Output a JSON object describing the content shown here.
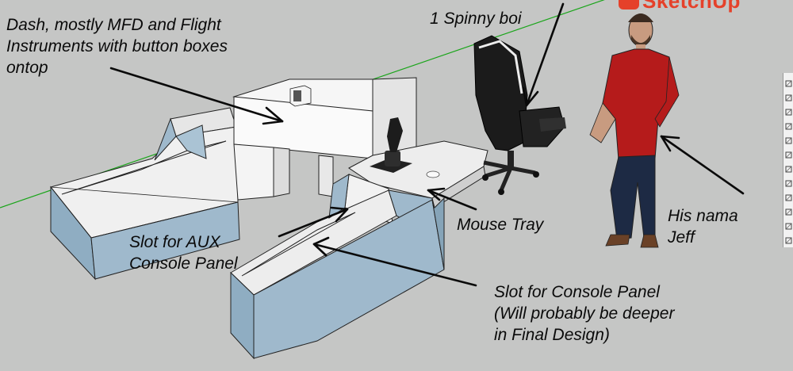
{
  "app": {
    "logo_text": "SketchUp",
    "brand_color": "#e5412a"
  },
  "annotations": {
    "dash": {
      "lines": [
        "Dash, mostly MFD and Flight",
        "Instruments with button boxes",
        "ontop"
      ]
    },
    "chair": {
      "lines": [
        "1 Spinny boi"
      ]
    },
    "mouse_tray": {
      "lines": [
        "Mouse Tray"
      ]
    },
    "person": {
      "lines": [
        "His nama",
        "Jeff"
      ]
    },
    "aux_slot": {
      "lines": [
        "Slot for AUX",
        "Console Panel"
      ]
    },
    "console_slot": {
      "lines": [
        "Slot for Console Panel",
        "(Will probably be deeper",
        "in Final Design)"
      ]
    }
  },
  "scene": {
    "panel_color": "#9fb9cc",
    "surface_color": "#f2f2f2",
    "background_color": "#c5c6c5",
    "axis_color": "#1aa51a"
  },
  "toolbar": {
    "tools": [
      "move-icon",
      "rotate-icon",
      "scale-icon",
      "push-pull-icon",
      "orbit-icon",
      "pan-icon",
      "zoom-icon",
      "section-icon",
      "paint-icon",
      "eraser-icon",
      "tape-icon",
      "camera-icon"
    ]
  }
}
